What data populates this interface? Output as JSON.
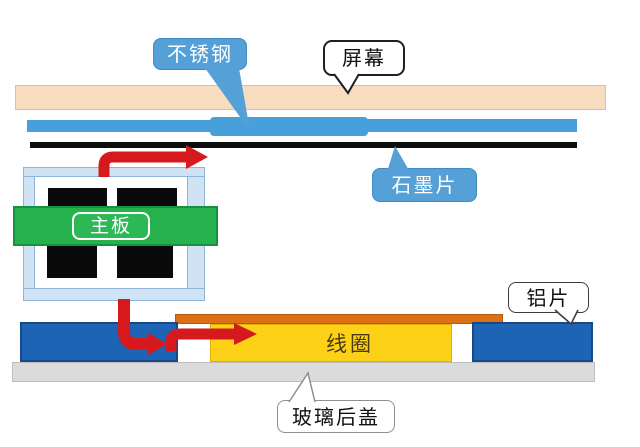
{
  "callouts": {
    "stainless_steel": {
      "label": "不锈钢"
    },
    "screen": {
      "label": "屏幕"
    },
    "graphite_sheet": {
      "label": "石墨片"
    },
    "aluminum_sheet": {
      "label": "铝片"
    },
    "glass_back_cover": {
      "label": "玻璃后盖"
    }
  },
  "layers": {
    "mainboard": {
      "label": "主板"
    },
    "coil": {
      "label": "线圈"
    }
  },
  "colors": {
    "screen_bar": "#f7dcc0",
    "stainless_bar": "#47a0d9",
    "graphite_line": "#0d0d0d",
    "frame": "#cfe3f4",
    "mainboard_green": "#25b14b",
    "chip_black": "#0a0a0a",
    "arrow_red": "#d6191c",
    "bottom_blue": "#1d64b5",
    "coil_yellow": "#fdd118",
    "aluminum_orange": "#dd6f16",
    "glass_gray": "#dbdbdb",
    "callout_blue": "#54a0d7"
  }
}
